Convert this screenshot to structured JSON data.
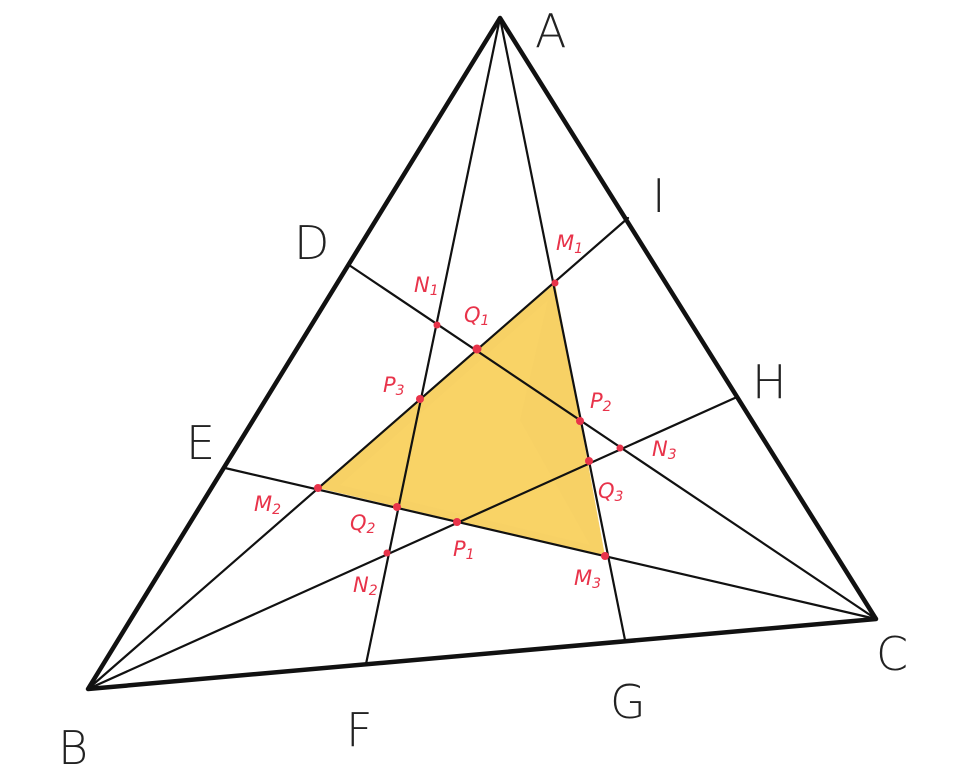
{
  "colors": {
    "line": "#111111",
    "point": "#e8334a",
    "fill": "#f6c94a",
    "fill_light": "#fbd86a"
  },
  "vertices": [
    {
      "id": "A",
      "label": "A"
    },
    {
      "id": "B",
      "label": "B"
    },
    {
      "id": "C",
      "label": "C"
    }
  ],
  "side_points": [
    {
      "id": "D",
      "label": "D"
    },
    {
      "id": "E",
      "label": "E"
    },
    {
      "id": "F",
      "label": "F"
    },
    {
      "id": "G",
      "label": "G"
    },
    {
      "id": "H",
      "label": "H"
    },
    {
      "id": "I",
      "label": "I"
    }
  ],
  "interior_points": [
    {
      "id": "M1",
      "base": "M",
      "sub": "1"
    },
    {
      "id": "M2",
      "base": "M",
      "sub": "2"
    },
    {
      "id": "M3",
      "base": "M",
      "sub": "3"
    },
    {
      "id": "N1",
      "base": "N",
      "sub": "1"
    },
    {
      "id": "N2",
      "base": "N",
      "sub": "2"
    },
    {
      "id": "N3",
      "base": "N",
      "sub": "3"
    },
    {
      "id": "P1",
      "base": "P",
      "sub": "1"
    },
    {
      "id": "P2",
      "base": "P",
      "sub": "2"
    },
    {
      "id": "P3",
      "base": "P",
      "sub": "3"
    },
    {
      "id": "Q1",
      "base": "Q",
      "sub": "1"
    },
    {
      "id": "Q2",
      "base": "Q",
      "sub": "2"
    },
    {
      "id": "Q3",
      "base": "Q",
      "sub": "3"
    }
  ]
}
